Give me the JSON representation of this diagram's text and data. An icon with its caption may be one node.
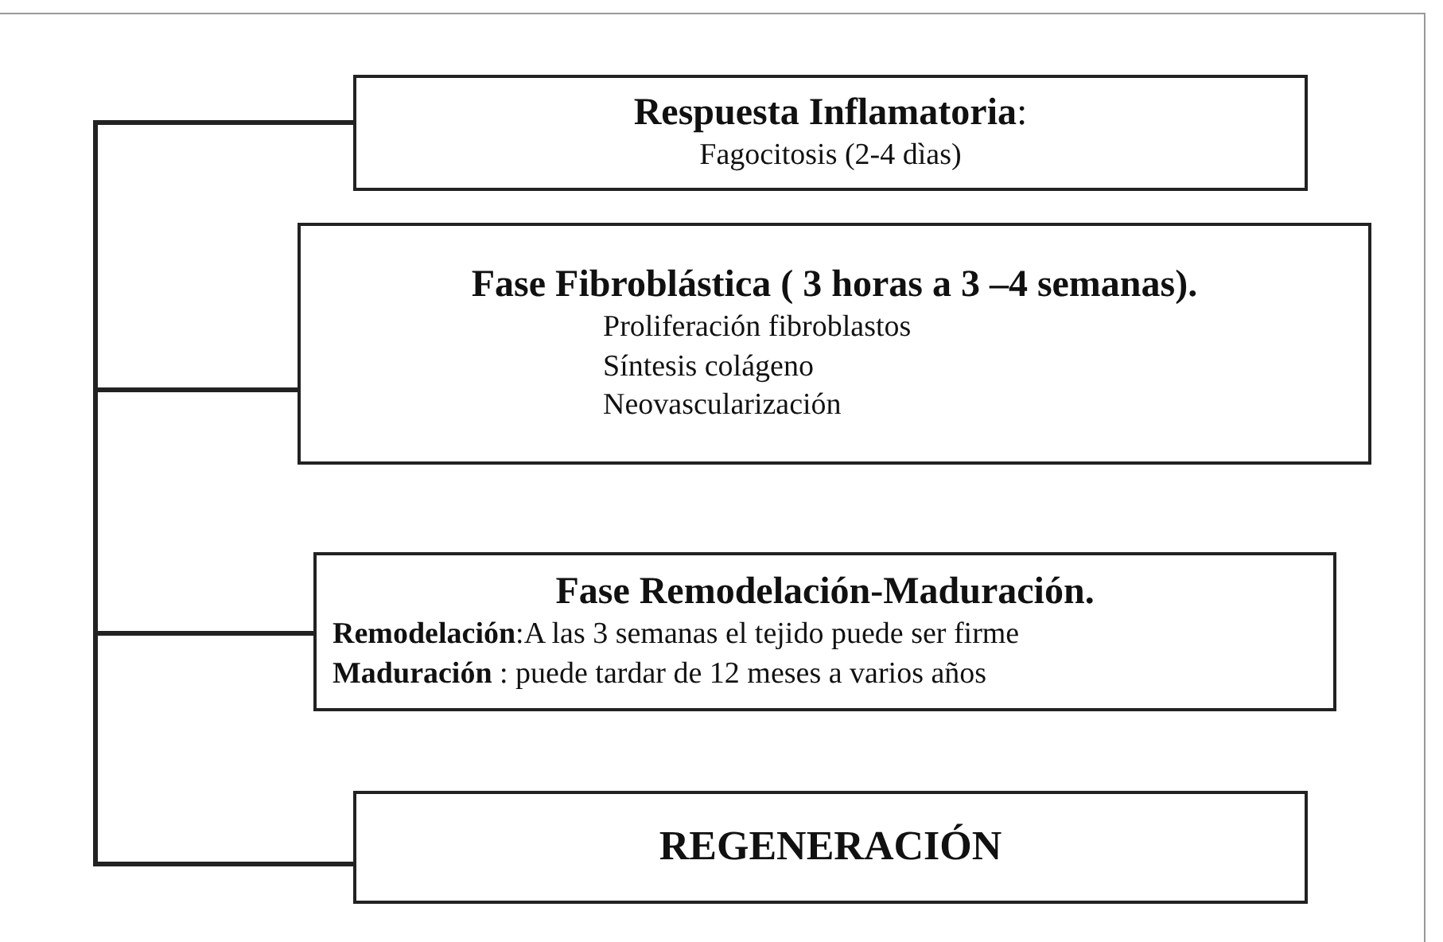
{
  "diagram": {
    "nodes": [
      {
        "text": [
          "**Respuesta Inflamatoria**:",
          "Fagocitosis (2-4 dìas)"
        ]
      },
      {
        "text": [
          "Fase Fibroblástica ( 3 horas a 3 –4 semanas).",
          "Proliferación fibroblastos",
          "Síntesis colágeno",
          "Neovascularización"
        ]
      },
      {
        "text": [
          "Fase Remodelación-Maduración.",
          "**Remodelación**:A las 3 semanas el tejido puede ser firme",
          "**Maduración** : puede tardar de 12 meses a varios años"
        ]
      },
      {
        "text": [
          "REGENERACIÓN"
        ]
      }
    ],
    "edges": [
      {
        "from": 0,
        "to": 1,
        "arrow": "none"
      },
      {
        "from": 1,
        "to": 2,
        "arrow": "none"
      },
      {
        "from": 2,
        "to": 3,
        "arrow": "none"
      }
    ]
  }
}
